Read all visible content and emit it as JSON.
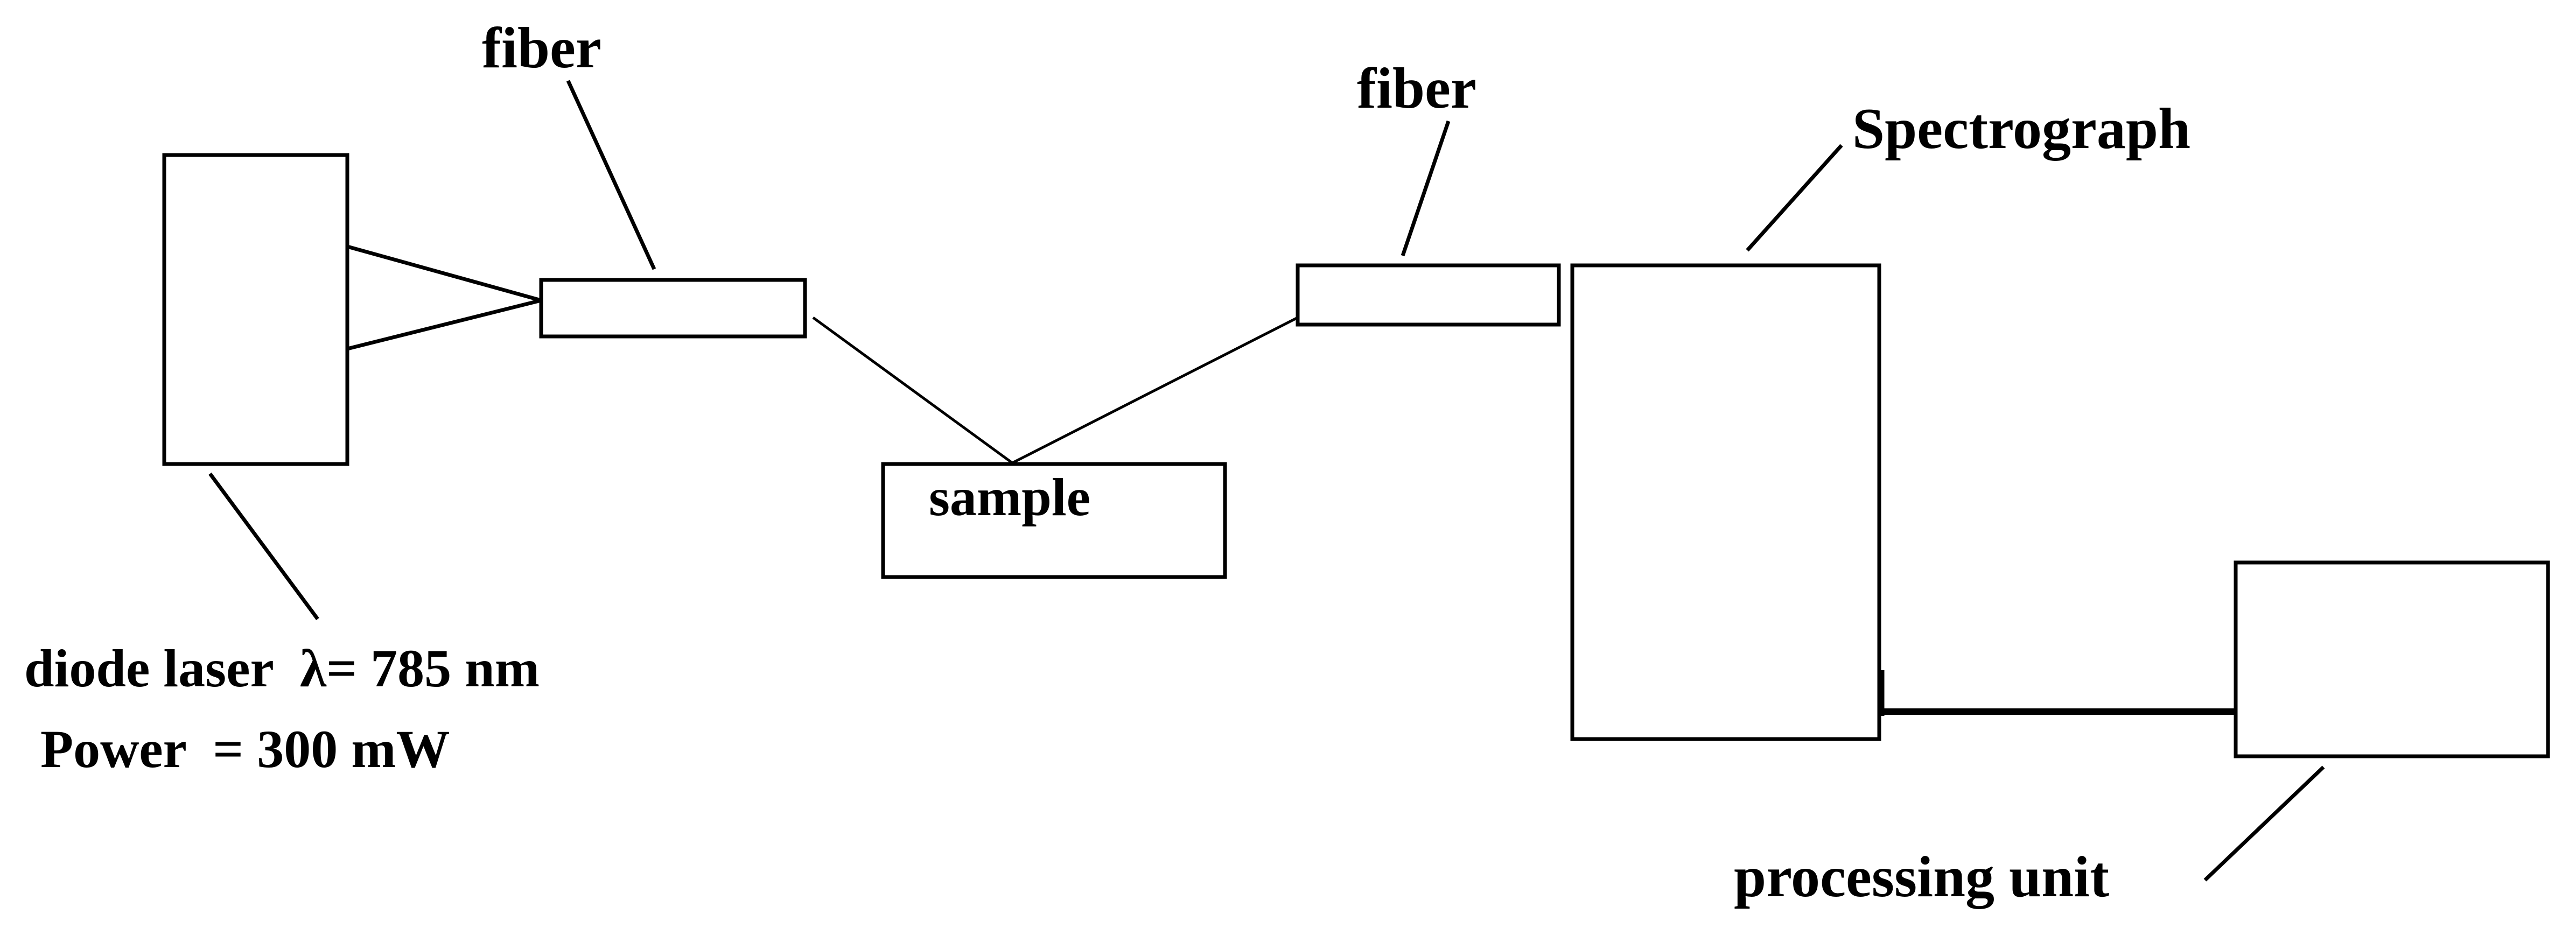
{
  "labels": {
    "fiber_left": "fiber",
    "fiber_right": "fiber",
    "spectrograph": "Spectrograph",
    "sample": "sample",
    "laser_line1": "diode laser  λ= 785 nm",
    "laser_line2": "Power  = 300 mW",
    "processing_unit": "processing unit"
  }
}
